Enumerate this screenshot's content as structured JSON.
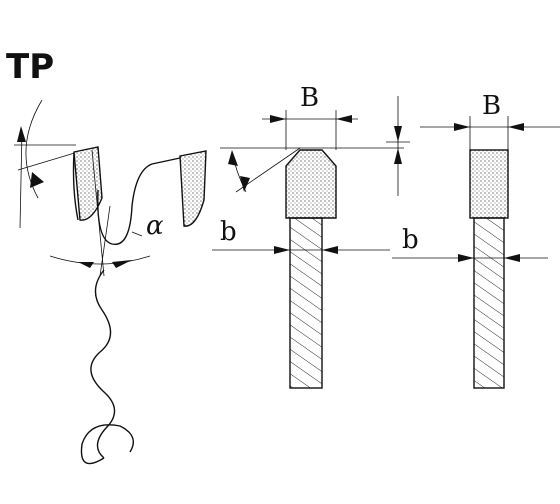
{
  "diagram": {
    "title": "TP",
    "labels": {
      "angle": "α",
      "width_top_left": "B",
      "width_top_right": "B",
      "body_left": "b",
      "body_right": "b"
    }
  }
}
